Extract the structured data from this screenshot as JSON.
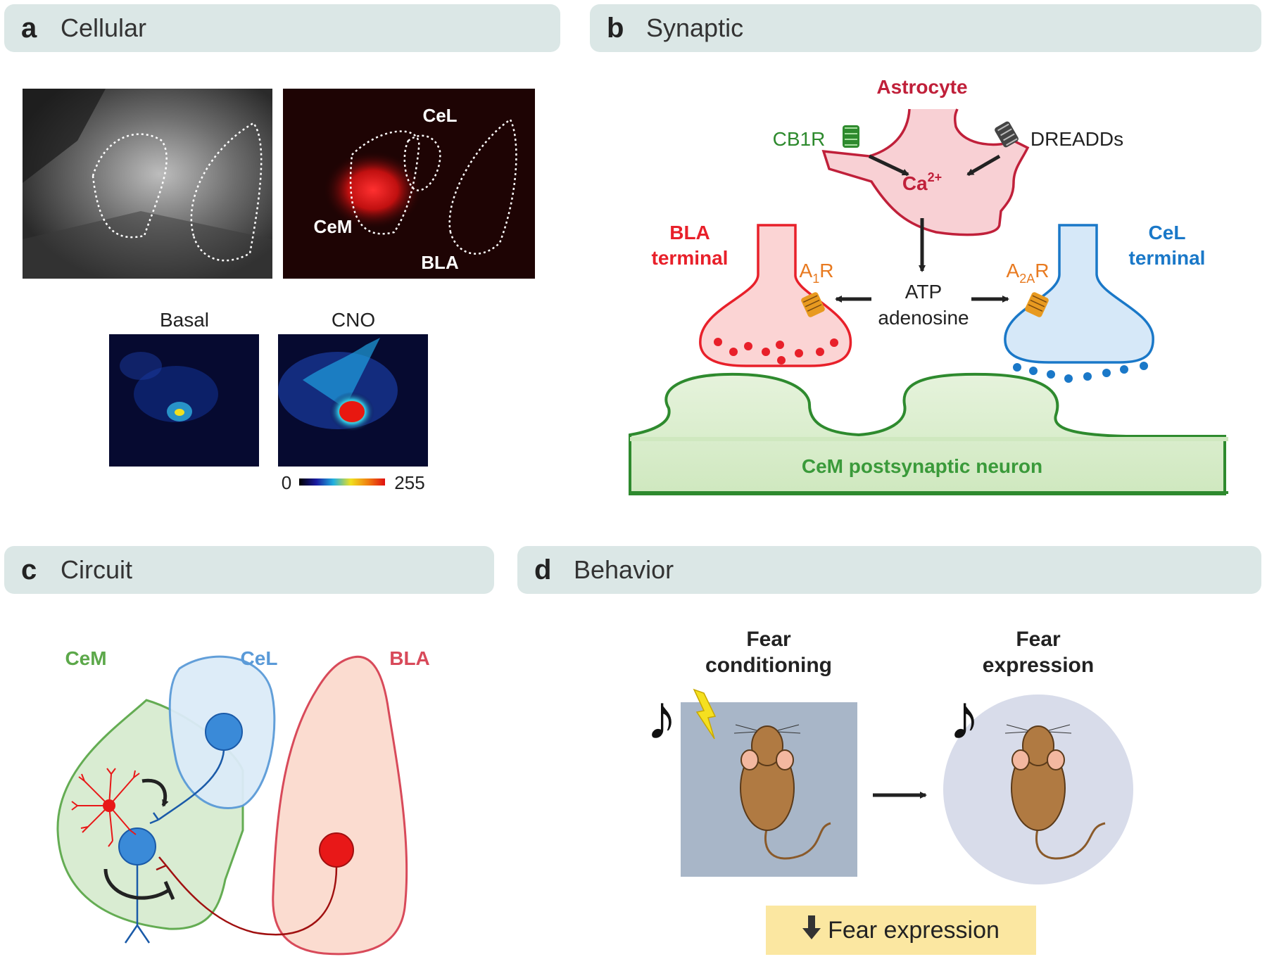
{
  "panels": {
    "a": {
      "letter": "a",
      "title": "Cellular"
    },
    "b": {
      "letter": "b",
      "title": "Synaptic"
    },
    "c": {
      "letter": "c",
      "title": "Circuit"
    },
    "d": {
      "letter": "d",
      "title": "Behavior"
    }
  },
  "cellular": {
    "region_labels": {
      "cel": "CeL",
      "cem": "CeM",
      "bla": "BLA"
    },
    "image_labels": {
      "basal": "Basal",
      "cno": "CNO"
    },
    "colorbar": {
      "min": "0",
      "max": "255"
    }
  },
  "synaptic": {
    "astrocyte": "Astrocyte",
    "cb1r": "CB1R",
    "dreadds": "DREADDs",
    "calcium": {
      "base": "Ca",
      "sup": "2+"
    },
    "bla_terminal": [
      "BLA",
      "terminal"
    ],
    "cel_terminal": [
      "CeL",
      "terminal"
    ],
    "a1r": {
      "base": "A",
      "sub": "1",
      "end": "R"
    },
    "a2ar": {
      "base": "A",
      "sub": "2A",
      "end": "R"
    },
    "atp": "ATP",
    "adenosine": "adenosine",
    "postsynaptic": "CeM postsynaptic neuron"
  },
  "circuit": {
    "cem": "CeM",
    "cel": "CeL",
    "bla": "BLA"
  },
  "behavior": {
    "conditioning": [
      "Fear",
      "conditioning"
    ],
    "expression": [
      "Fear",
      "expression"
    ],
    "music_note": "♪",
    "result": "Fear expression"
  },
  "colors": {
    "header_bg": "#dbe7e6",
    "astrocyte_red": "#c0203a",
    "bla_red": "#e8202a",
    "cel_blue": "#1a78c8",
    "cem_green": "#2e8a2e",
    "receptor_orange": "#e87a20",
    "highlight_yellow": "#fbe7a1"
  }
}
